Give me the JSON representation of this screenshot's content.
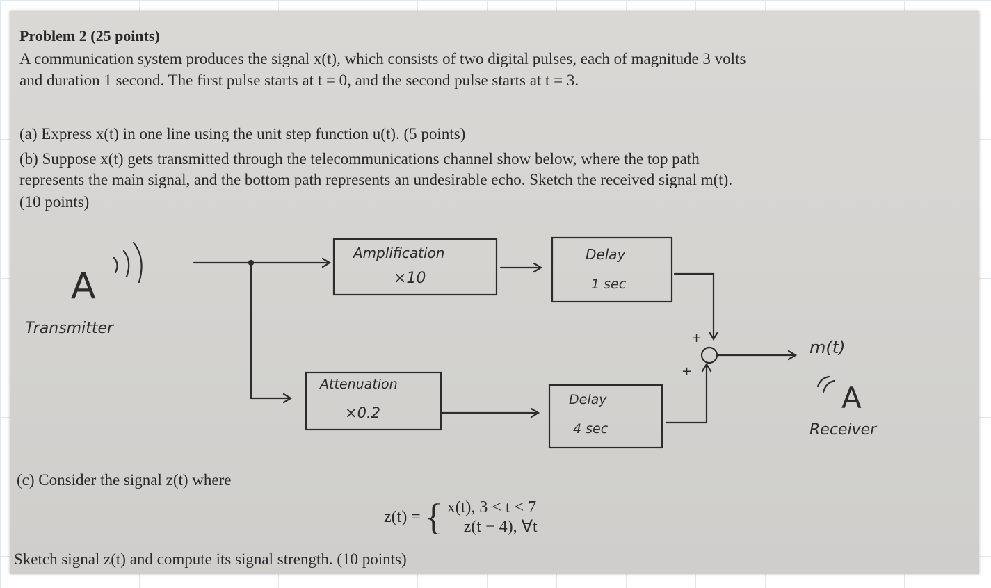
{
  "problem": {
    "title": "Problem 2 (25 points)",
    "intro_line1": "A communication system produces the signal x(t), which consists of two digital pulses, each of magnitude 3 volts",
    "intro_line2": "and duration 1 second. The first pulse starts at t = 0, and the second pulse starts at t = 3.",
    "part_a": "(a) Express x(t) in one line using the unit step function u(t). (5 points)",
    "part_b_line1": "(b) Suppose x(t) gets transmitted through the telecommunications channel show below, where the top path",
    "part_b_line2": "represents the main signal, and the bottom path represents an undesirable echo. Sketch the received signal m(t).",
    "part_b_line3": "(10 points)",
    "part_c": "(c) Consider the signal z(t) where",
    "formula": {
      "lhs": "z(t) =",
      "case1": "x(t), 3 < t < 7",
      "case2": "z(t − 4), ∀t"
    },
    "sketch_line": "Sketch signal z(t) and compute its signal strength. (10 points)"
  },
  "diagram": {
    "transmitter_label": "Transmitter",
    "receiver_label": "Receiver",
    "output_label": "m(t)",
    "antenna_symbol": "A",
    "amplification": {
      "title": "Amplification",
      "gain": "×10"
    },
    "delay_top": {
      "title": "Delay",
      "value": "1 sec"
    },
    "attenuation": {
      "title": "Attenuation",
      "gain": "×0.2"
    },
    "delay_bottom": {
      "title": "Delay",
      "value": "4 sec"
    },
    "plus_top": "+",
    "plus_bottom": "+"
  },
  "colors": {
    "paper": "#d6d5d2",
    "ink": "#2a2a2a",
    "grid": "#dfe7f2"
  }
}
